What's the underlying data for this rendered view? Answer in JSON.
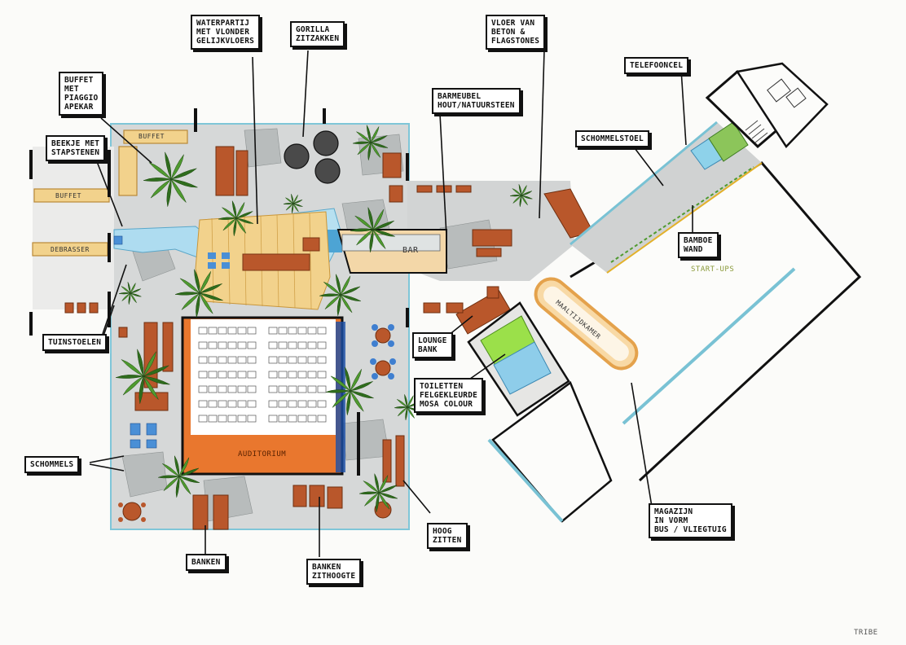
{
  "labels": {
    "waterpartij": "WATERPARTIJ\nMET VLONDER\nGELIJKVLOERS",
    "gorilla": "GORILLA\nZITZAKKEN",
    "vloer": "VLOER VAN\nBETON &\nFLAGSTONES",
    "telefooncel": "TELEFOONCEL",
    "buffet_piaggio": "BUFFET\nMET\nPIAGGIO\nAPEKAR",
    "beekje": "BEEKJE MET\nSTAPSTENEN",
    "barmeubel": "BARMEUBEL\nHOUT/NATUURSTEEN",
    "schommelstoel": "SCHOMMELSTOEL",
    "bamboe": "BAMBOE\nWAND",
    "tuinstoelen": "TUINSTOELEN",
    "loungebank": "LOUNGE\nBANK",
    "toiletten": "TOILETTEN\nFELGEKLEURDE\nMOSA COLOUR",
    "schommels": "SCHOMMELS",
    "hoog_zitten": "HOOG\nZITTEN",
    "magazijn": "MAGAZIJN\nIN VORM\nBUS / VLIEGTUIG",
    "banken": "BANKEN",
    "banken_zithoogte": "BANKEN\nZITHOOGTE"
  },
  "plan_text": {
    "buffet_top": "BUFFET",
    "buffet_left": "BUFFET",
    "debrasser": "DEBRASSER",
    "bar": "BAR",
    "auditorium": "AUDITORIUM",
    "maaltijdkamer": "MAALTIJDKAMER",
    "start_ups": "START-UPS",
    "signature": "TRIBE"
  },
  "colors": {
    "wall": "#111111",
    "floor": "#d4d6d6",
    "wood": "#e4b86a",
    "furniture": "#b9572b",
    "auditorium": "#e9772e",
    "water": "#aedcf0",
    "plant": "#4f9a2f",
    "toilet_green": "#9be04a",
    "toilet_blue": "#8ecdea",
    "label_border": "#111111"
  }
}
